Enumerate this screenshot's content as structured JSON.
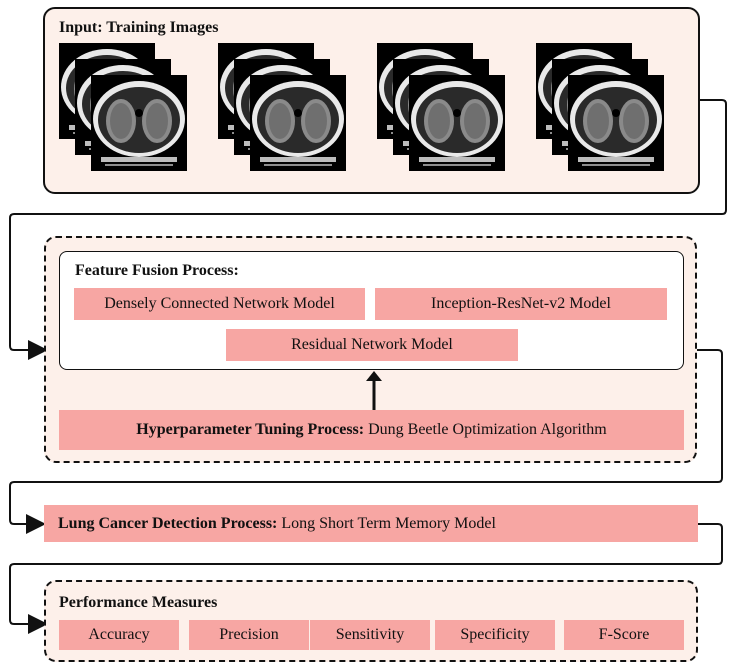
{
  "input": {
    "title": "Input: Training Images",
    "stack_count": 4
  },
  "fusion": {
    "title": "Feature Fusion Process:",
    "models": [
      "Densely Connected Network Model",
      "Inception-ResNet-v2 Model",
      "Residual Network Model"
    ]
  },
  "tuning": {
    "label": "Hyperparameter Tuning Process:",
    "value": "Dung Beetle Optimization Algorithm"
  },
  "detection": {
    "label": "Lung Cancer Detection Process:",
    "value": "Long Short Term Memory Model"
  },
  "performance": {
    "title": "Performance Measures",
    "metrics": [
      "Accuracy",
      "Precision",
      "Sensitivity",
      "Specificity",
      "F-Score"
    ]
  },
  "colors": {
    "panel_bg": "#fdf0ea",
    "box_fill": "#f7a6a3",
    "line": "#111111"
  }
}
